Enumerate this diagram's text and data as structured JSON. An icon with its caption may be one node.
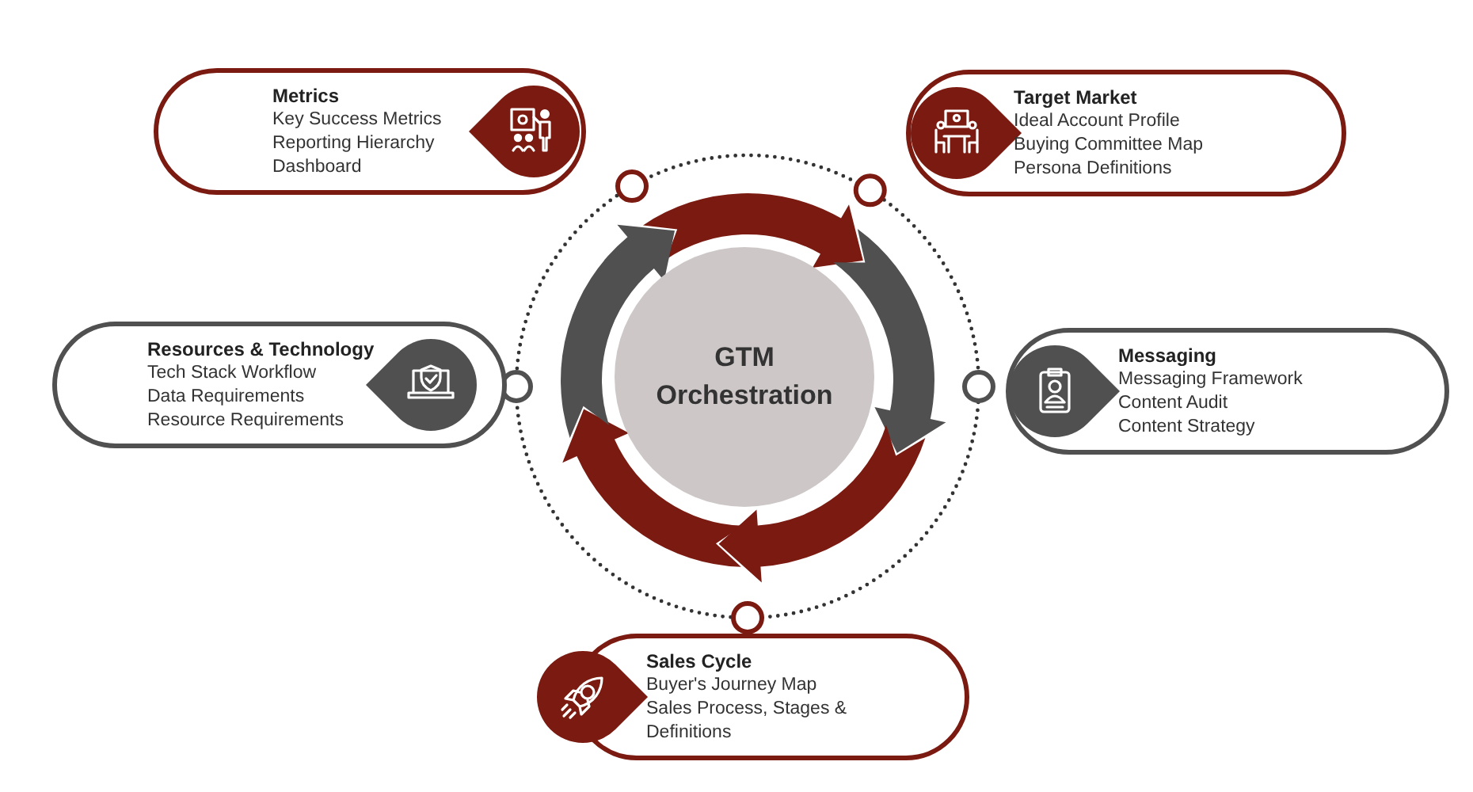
{
  "diagram": {
    "nodes": [
      {
        "text": [
          "GTM Orchestration"
        ]
      },
      {
        "text": [
          "Metrics",
          "Key Success Metrics",
          "Reporting Hierarchy",
          "Dashboard"
        ]
      },
      {
        "text": [
          "Target Market",
          "Ideal Account Profile",
          "Buying Committee Map",
          "Persona Definitions"
        ]
      },
      {
        "text": [
          "Resources & Technology",
          "Tech Stack Workflow",
          "Data Requirements",
          "Resource Requirements"
        ]
      },
      {
        "text": [
          "Messaging",
          "Messaging Framework",
          "Content Audit",
          "Content Strategy"
        ]
      },
      {
        "text": [
          "Sales Cycle",
          "Buyer's Journey Map",
          "Sales Process, Stages & Definitions"
        ]
      }
    ]
  }
}
